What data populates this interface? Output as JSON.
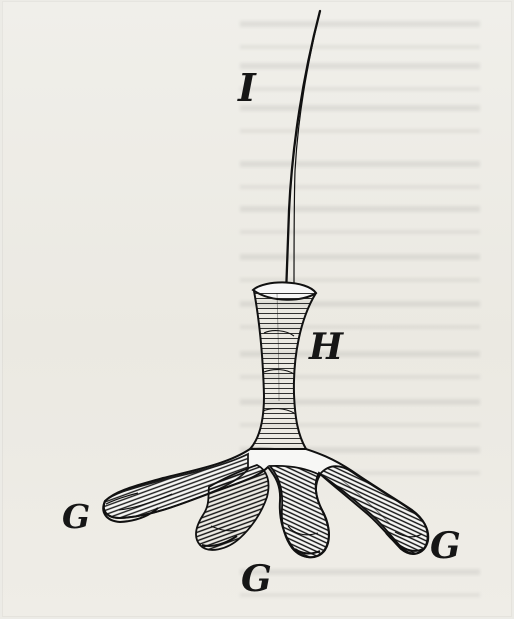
{
  "figure": {
    "labels": {
      "I": "I",
      "H": "H",
      "G_left": "G",
      "G_bottom": "G",
      "G_right": "G"
    }
  },
  "colors": {
    "paper": "#ecebe6",
    "ink": "#161616"
  }
}
